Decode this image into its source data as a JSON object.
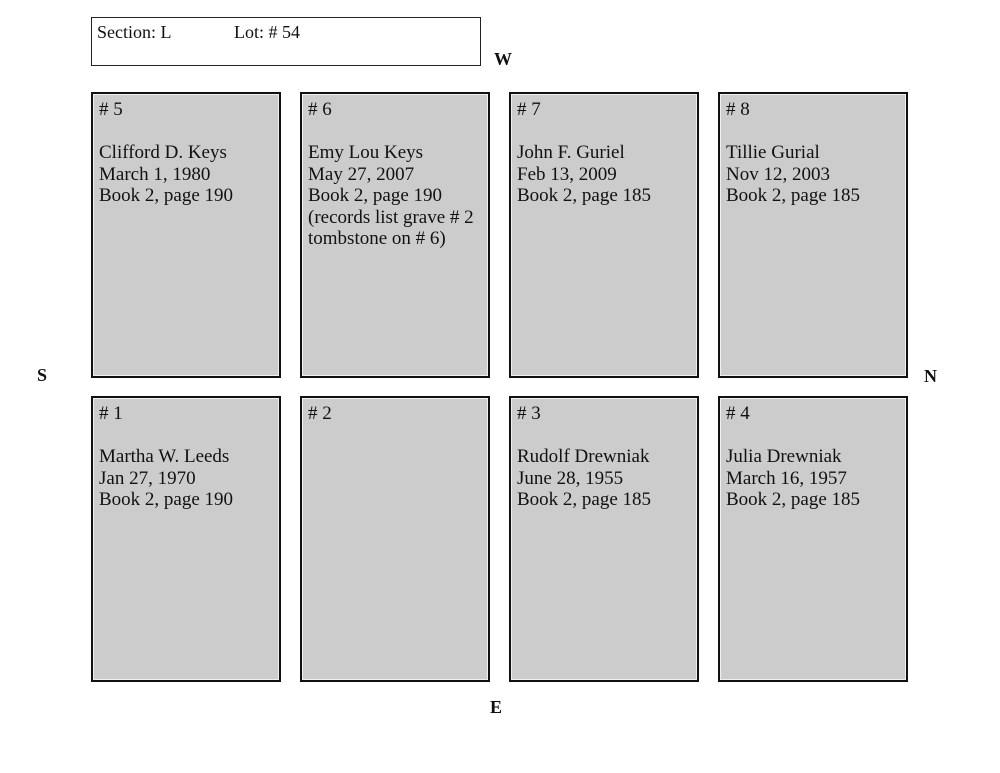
{
  "header": {
    "section_label": "Section:  L",
    "lot_label": "Lot: #  54"
  },
  "compass": {
    "west": "W",
    "east": "E",
    "south": "S",
    "north": "N"
  },
  "plots": {
    "p5": {
      "number": "# 5",
      "name": "Clifford D. Keys",
      "date": "March 1, 1980",
      "record": "Book 2, page 190",
      "note1": "",
      "note2": ""
    },
    "p6": {
      "number": "# 6",
      "name": "Emy Lou Keys",
      "date": "May 27, 2007",
      "record": "Book 2, page 190",
      "note1": "(records list grave # 2",
      "note2": "tombstone on # 6)"
    },
    "p7": {
      "number": "# 7",
      "name": "John F. Guriel",
      "date": "Feb 13, 2009",
      "record": "Book 2, page 185",
      "note1": "",
      "note2": ""
    },
    "p8": {
      "number": "# 8",
      "name": "Tillie Gurial",
      "date": "Nov 12, 2003",
      "record": "Book 2, page 185",
      "note1": "",
      "note2": ""
    },
    "p1": {
      "number": "# 1",
      "name": "Martha W. Leeds",
      "date": "Jan 27, 1970",
      "record": "Book 2, page 190",
      "note1": "",
      "note2": ""
    },
    "p2": {
      "number": "# 2",
      "name": "",
      "date": "",
      "record": "",
      "note1": "",
      "note2": ""
    },
    "p3": {
      "number": "# 3",
      "name": "Rudolf Drewniak",
      "date": "June 28, 1955",
      "record": "Book 2, page 185",
      "note1": "",
      "note2": ""
    },
    "p4": {
      "number": "# 4",
      "name": "Julia Drewniak",
      "date": "March 16, 1957",
      "record": "Book 2, page 185",
      "note1": "",
      "note2": ""
    }
  },
  "colors": {
    "plot_fill": "#cccccc",
    "plot_border": "#111111"
  }
}
